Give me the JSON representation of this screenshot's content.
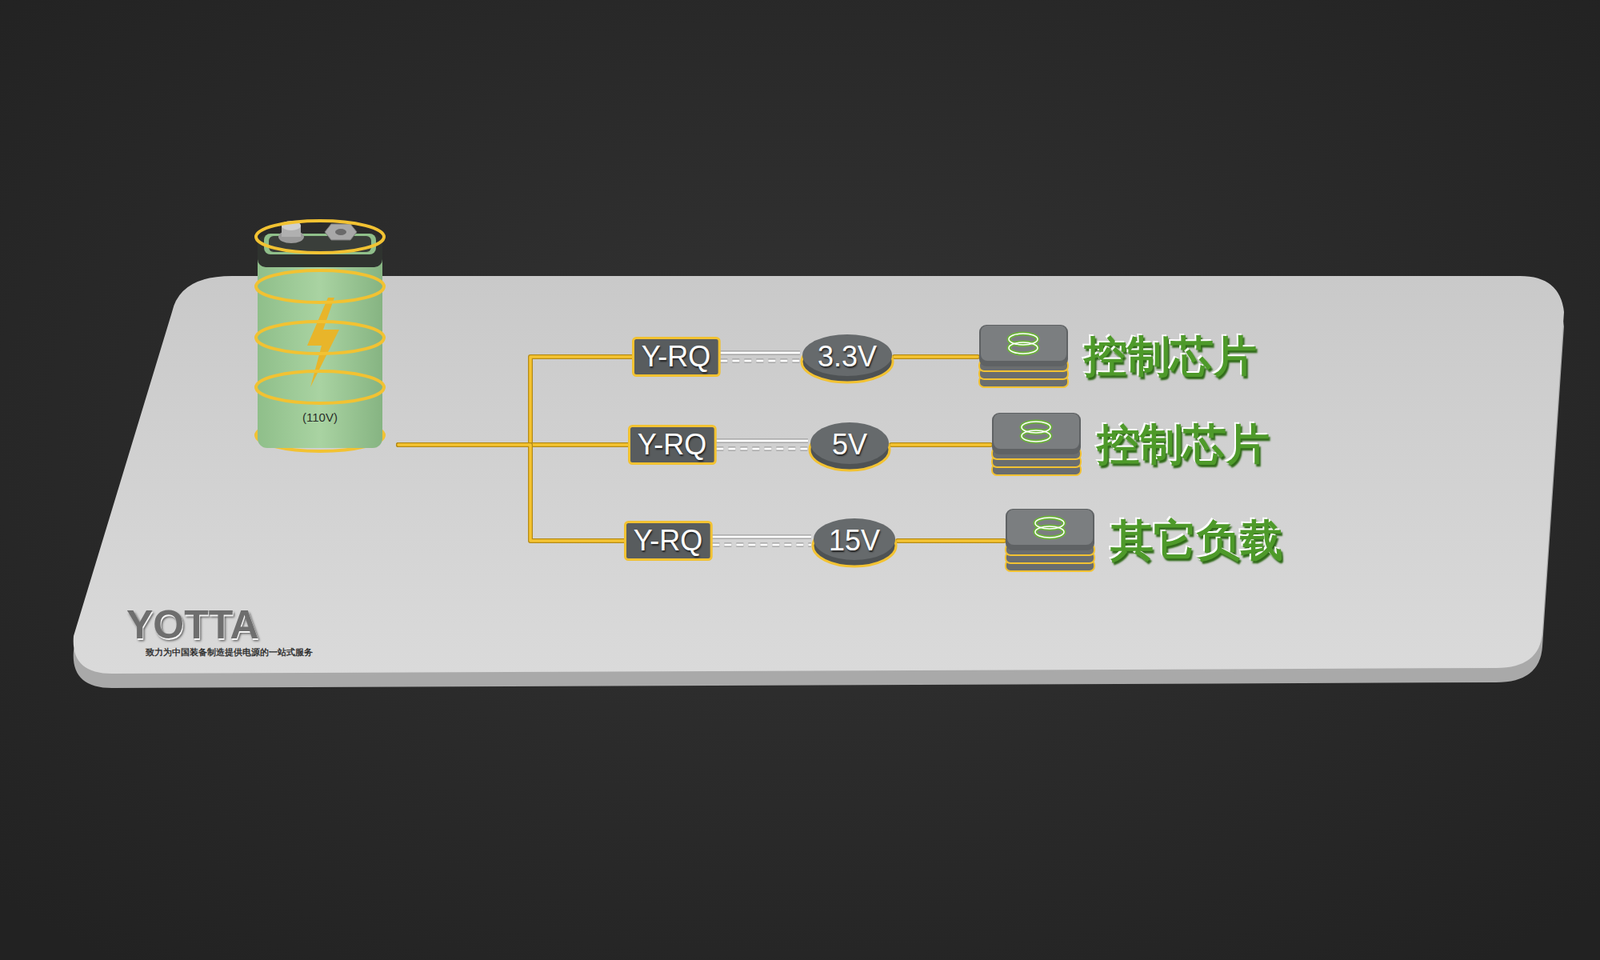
{
  "diagram": {
    "nodes": [
      {
        "text": [
          "(110V)"
        ]
      },
      {
        "text": [
          "Y-RQ"
        ]
      },
      {
        "text": [
          "3.3V"
        ]
      },
      {
        "text": [
          "控制芯片"
        ]
      },
      {
        "text": [
          "Y-RQ"
        ]
      },
      {
        "text": [
          "5V"
        ]
      },
      {
        "text": [
          "控制芯片"
        ]
      },
      {
        "text": [
          "Y-RQ"
        ]
      },
      {
        "text": [
          "15V"
        ]
      },
      {
        "text": [
          "其它负载"
        ]
      }
    ],
    "edges": [
      {
        "from": 0,
        "to": 1,
        "arrow": "none"
      },
      {
        "from": 0,
        "to": 4,
        "arrow": "none"
      },
      {
        "from": 0,
        "to": 7,
        "arrow": "none"
      },
      {
        "from": 1,
        "to": 2,
        "arrow": "none"
      },
      {
        "from": 4,
        "to": 5,
        "arrow": "none"
      },
      {
        "from": 7,
        "to": 8,
        "arrow": "none"
      },
      {
        "from": 2,
        "to": 3,
        "arrow": "none"
      },
      {
        "from": 5,
        "to": 6,
        "arrow": "none"
      },
      {
        "from": 8,
        "to": 9,
        "arrow": "none"
      }
    ],
    "labels": [
      "YOTTA",
      "致力为中国装备制造提供电源的一站式服务"
    ]
  }
}
